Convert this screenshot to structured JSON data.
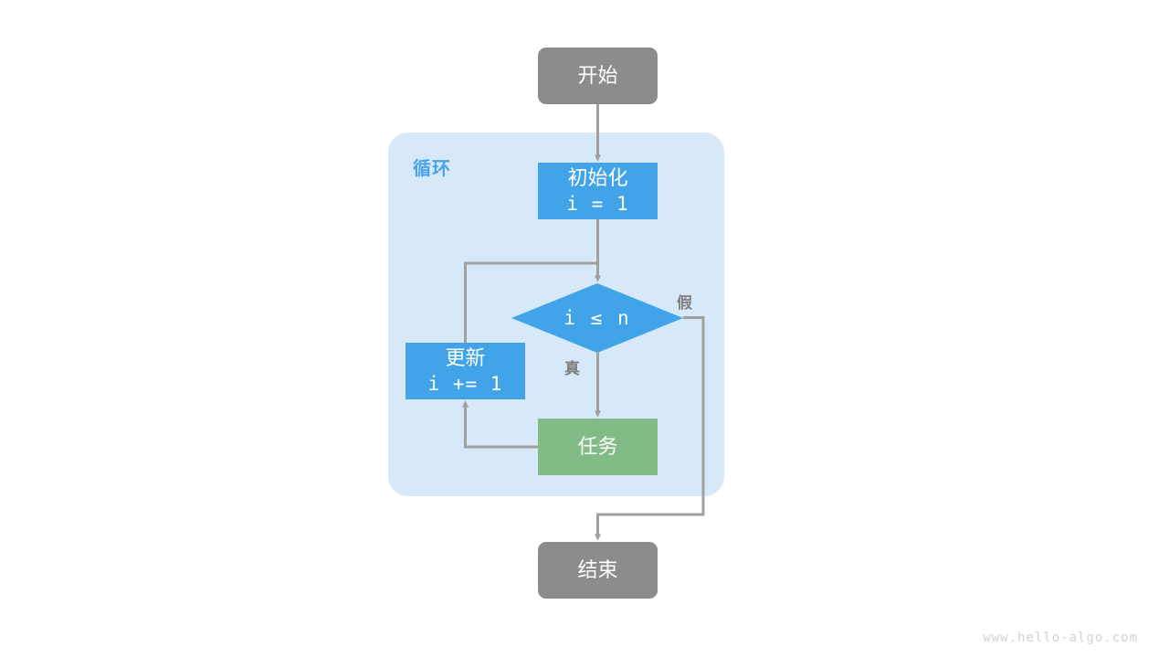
{
  "diagram": {
    "title_watermark": "www.hello-algo.com",
    "container": {
      "label": "循环",
      "color": "#d7e9f8",
      "label_color": "#4aa3e8"
    },
    "colors": {
      "terminal": "#8c8c8c",
      "process": "#41a4e8",
      "task": "#82bb85",
      "edge": "#a0a0a0",
      "background": "#ffffff"
    },
    "nodes": {
      "start": {
        "label": "开始",
        "shape": "rounded-rect",
        "color": "#8c8c8c"
      },
      "init": {
        "label": "初始化",
        "expression": "i = 1",
        "shape": "rect",
        "color": "#41a4e8"
      },
      "decision": {
        "expression": "i ≤ n",
        "shape": "diamond",
        "color": "#41a4e8"
      },
      "update": {
        "label": "更新",
        "expression": "i += 1",
        "shape": "rect",
        "color": "#41a4e8"
      },
      "task": {
        "label": "任务",
        "shape": "rect",
        "color": "#82bb85"
      },
      "end": {
        "label": "结束",
        "shape": "rounded-rect",
        "color": "#8c8c8c"
      }
    },
    "edge_labels": {
      "true": "真",
      "false": "假"
    }
  }
}
